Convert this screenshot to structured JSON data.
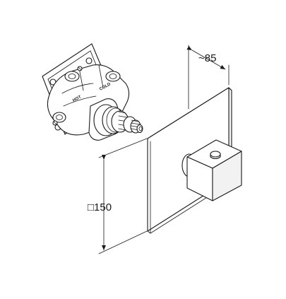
{
  "dimensions": {
    "depth": "~85",
    "size": "□150"
  },
  "valve_labels": {
    "hot": "HOT",
    "cold": "COLD"
  },
  "colors": {
    "line": "#1a1a1a",
    "background": "#ffffff"
  }
}
